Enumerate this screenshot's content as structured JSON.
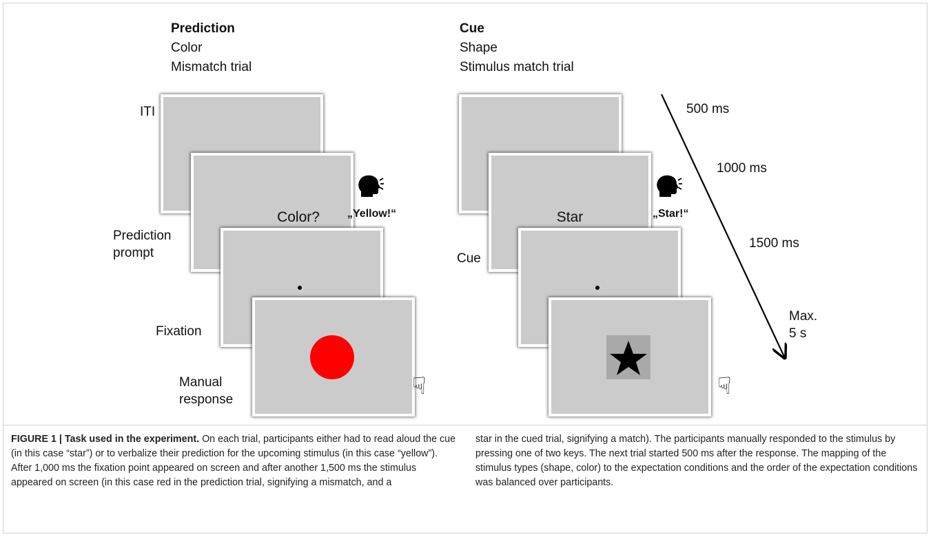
{
  "left_panel": {
    "header_title": "Prediction",
    "header_line2": "Color",
    "header_line3": "Mismatch trial",
    "labels": {
      "iti": "ITI",
      "prediction_prompt_line1": "Prediction",
      "prediction_prompt_line2": "prompt",
      "fixation": "Fixation",
      "manual_response_line1": "Manual",
      "manual_response_line2": "response"
    },
    "screen_text": "Color?",
    "speech": "„Yellow!“",
    "stimulus_color": "#ff0000"
  },
  "right_panel": {
    "header_title": "Cue",
    "header_line2": "Shape",
    "header_line3": "Stimulus match trial",
    "labels": {
      "cue": "Cue"
    },
    "screen_text": "Star",
    "speech": "„Star!“"
  },
  "timeline": {
    "t1": "500 ms",
    "t2": "1000 ms",
    "t3": "1500 ms",
    "t4_line1": "Max.",
    "t4_line2": "5 s"
  },
  "icons": {
    "speaking": "speaking-head-icon",
    "response": "pointing-hand-icon"
  },
  "caption": {
    "figure_label": "FIGURE 1 | Task used in the experiment.",
    "col1": "On each trial, participants either had to read aloud the cue (in this case “star”) or to verbalize their prediction for the upcoming stimulus (in this case “yellow”). After 1,000 ms the fixation point appeared on screen and after another 1,500 ms the stimulus appeared on screen (in this case red in the prediction trial, signifying a mismatch, and a",
    "col2": "star in the cued trial, signifying a match). The participants manually responded to the stimulus by pressing one of two keys. The next trial started 500 ms after the response. The mapping of the stimulus types (shape, color) to the expectation conditions and the order of the expectation conditions was balanced over participants."
  }
}
